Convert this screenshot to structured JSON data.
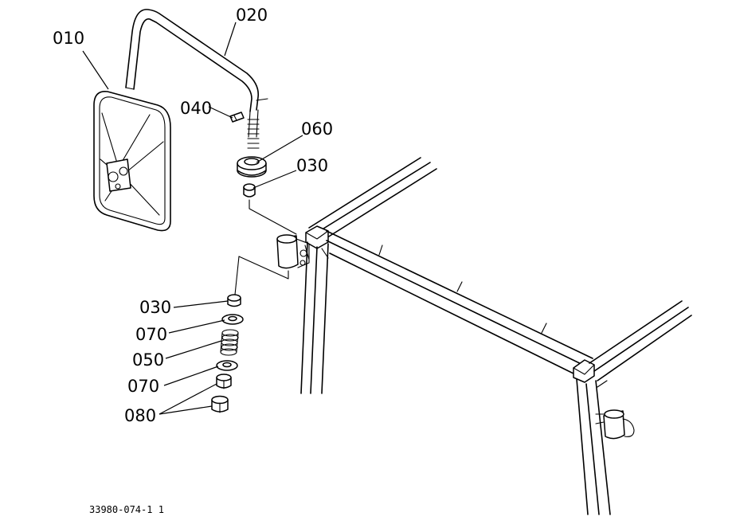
{
  "callouts": {
    "p010": "010",
    "p020": "020",
    "p040": "040",
    "p060": "060",
    "p030_top": "030",
    "p030_low": "030",
    "p070_a": "070",
    "p050": "050",
    "p070_b": "070",
    "p080": "080"
  },
  "drawing_number": "33980-074-1 1"
}
